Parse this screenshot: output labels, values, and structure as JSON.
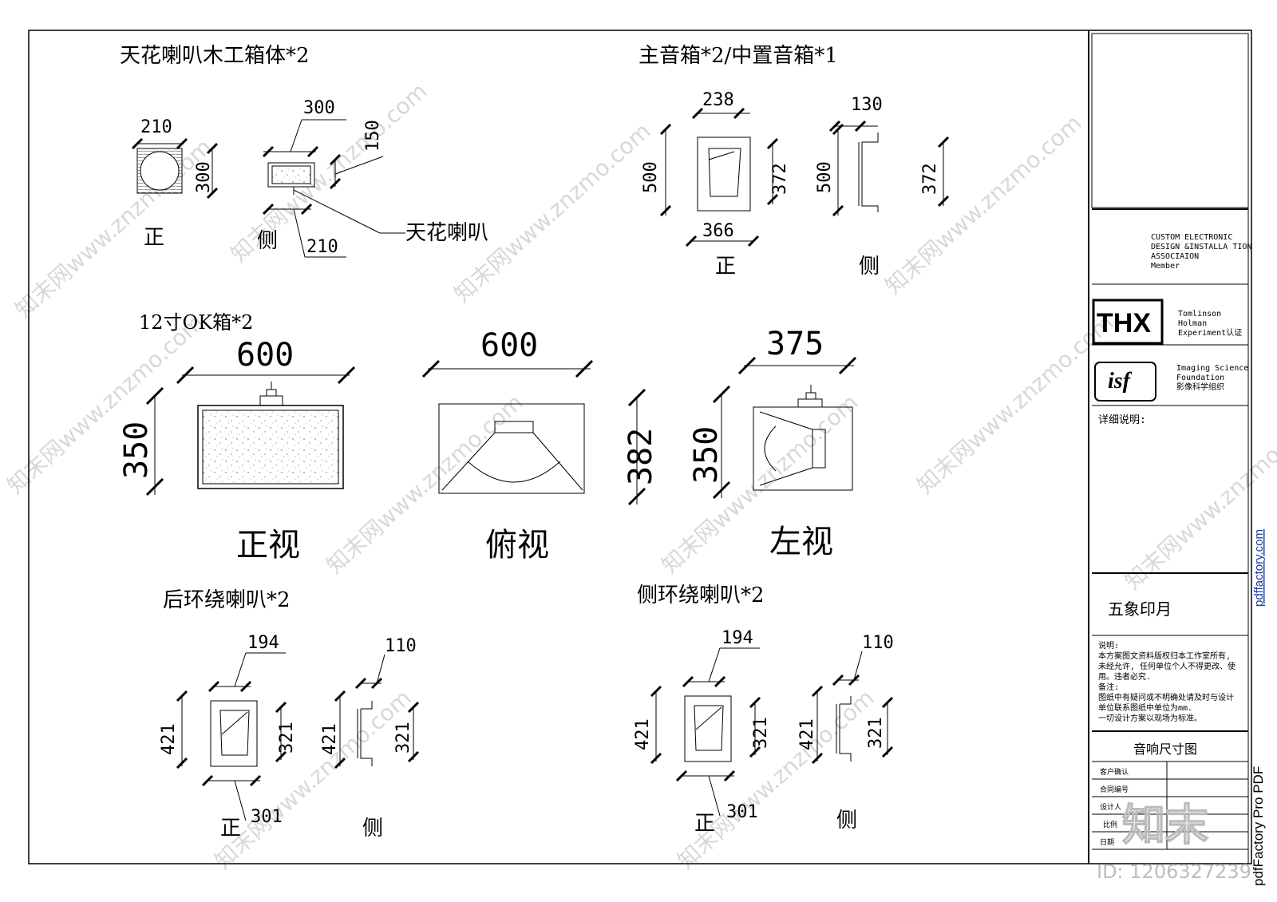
{
  "drawing": {
    "ceiling": {
      "title": "天花喇叭木工箱体*2",
      "dim_front_w": "210",
      "dim_front_h": "300",
      "dim_side_top": "300",
      "dim_side_right": "150",
      "dim_side_bottom": "210",
      "callout": "天花喇叭",
      "front_label": "正",
      "side_label": "侧"
    },
    "main": {
      "title": "主音箱*2/中置音箱*1",
      "dim_front_top": "238",
      "dim_front_left": "500",
      "dim_front_right": "372",
      "dim_front_bottom": "366",
      "dim_side_top": "130",
      "dim_side_left": "500",
      "dim_side_right": "372",
      "front_label": "正",
      "side_label": "侧"
    },
    "ok": {
      "title": "12寸OK箱*2",
      "front_w": "600",
      "front_h": "350",
      "top_w": "600",
      "top_h": "382",
      "left_w": "375",
      "left_h": "350",
      "front_label": "正视",
      "top_label": "俯视",
      "left_label": "左视"
    },
    "rear": {
      "title": "后环绕喇叭*2",
      "dim_top": "194",
      "dim_left": "421",
      "dim_right": "321",
      "dim_bottom": "301",
      "dim_side_top": "110",
      "dim_side_left": "421",
      "dim_side_right": "321",
      "front_label": "正",
      "side_label": "侧"
    },
    "sidesurr": {
      "title": "侧环绕喇叭*2",
      "dim_top": "194",
      "dim_left": "421",
      "dim_right": "321",
      "dim_bottom": "301",
      "dim_side_top": "110",
      "dim_side_left": "421",
      "dim_side_right": "321",
      "front_label": "正",
      "side_label": "侧"
    }
  },
  "titleblock": {
    "cedia": [
      "CUSTOM ELECTRONIC",
      "DESIGN &INSTALLA TION",
      "ASSOCIAION",
      "Member"
    ],
    "thx_logo": "THX",
    "thx_text": [
      "Tomlinson",
      "Holman",
      "Experiment认证"
    ],
    "isf_logo": "isf",
    "isf_text": [
      "Imaging Science",
      "Foundation",
      "影像科学组织"
    ],
    "detail_label": "详细说明:",
    "studio": "五象印月",
    "notes": [
      "说明:",
      "本方案图文资料版权归本工作室所有,",
      "未经允许, 任何单位个人不得更改、使",
      "用。违者必究.",
      "备注:",
      "图纸中有疑问或不明确处请及时与设计",
      "单位联系图纸中单位为mm.",
      "一切设计方案以现场为标准。"
    ],
    "drawing_title": "音响尺寸图",
    "fields": [
      "客户确认",
      "合同编号",
      "设计人",
      "比例",
      "日期"
    ]
  },
  "overlay": {
    "side_watermark": "pdfFactory Pro PDF",
    "side_url": "pdffactory.com",
    "brand": "知末",
    "id_text": "ID: 1206327239",
    "diag_watermark": "知末网www.znzmo.com"
  },
  "colors": {
    "line": "#000000",
    "watermark": "#d8d8d8",
    "blue": "#1a3fa8"
  }
}
